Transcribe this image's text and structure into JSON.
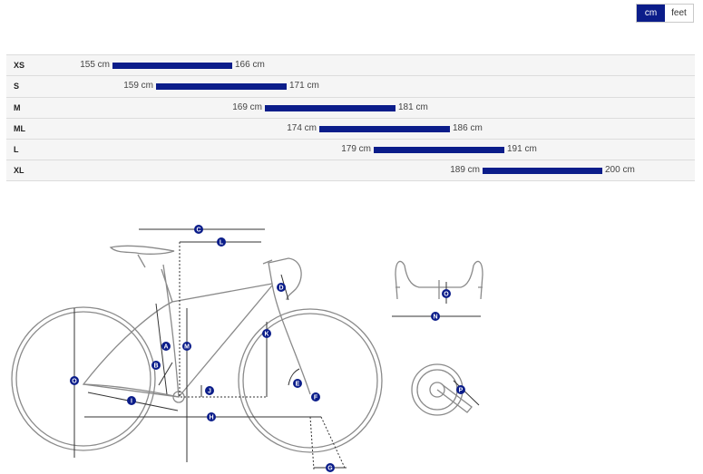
{
  "unit_toggle": {
    "options": [
      "cm",
      "feet"
    ],
    "selected": "cm"
  },
  "size_chart": {
    "sizes": [
      {
        "size": "XS",
        "min": 155,
        "max": 166,
        "min_label": "155 cm",
        "max_label": "166 cm"
      },
      {
        "size": "S",
        "min": 159,
        "max": 171,
        "min_label": "159 cm",
        "max_label": "171 cm"
      },
      {
        "size": "M",
        "min": 169,
        "max": 181,
        "min_label": "169 cm",
        "max_label": "181 cm"
      },
      {
        "size": "ML",
        "min": 174,
        "max": 186,
        "min_label": "174 cm",
        "max_label": "186 cm"
      },
      {
        "size": "L",
        "min": 179,
        "max": 191,
        "min_label": "179 cm",
        "max_label": "191 cm"
      },
      {
        "size": "XL",
        "min": 189,
        "max": 200,
        "min_label": "189 cm",
        "max_label": "200 cm"
      }
    ]
  },
  "geometry_labels": [
    "A",
    "B",
    "C",
    "D",
    "E",
    "F",
    "G",
    "H",
    "I",
    "J",
    "K",
    "L",
    "M",
    "N",
    "O",
    "P"
  ],
  "colors": {
    "accent": "#0b1d8a",
    "line": "#666666",
    "row_bg": "#f5f5f5"
  }
}
